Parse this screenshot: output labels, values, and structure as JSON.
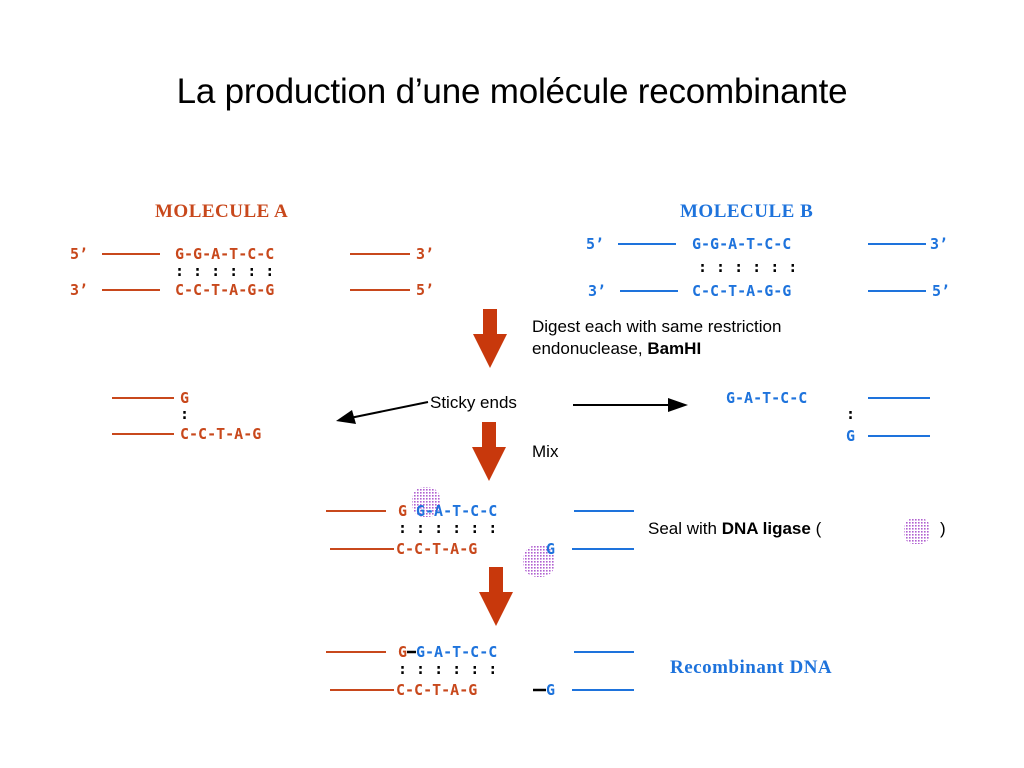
{
  "slide": {
    "title": "La production d’une molécule recombinante"
  },
  "colors": {
    "molecule_a": "#c8481c",
    "molecule_b": "#1e73dc",
    "arrow": "#c8380c",
    "ligase": "#b060d0",
    "text": "#000000"
  },
  "molecule_a": {
    "heading": "MOLECULE A",
    "top": {
      "left_end": "5’",
      "sequence": "G-G-A-T-C-C",
      "right_end": "3’"
    },
    "pairing": ": : : : : :",
    "bottom": {
      "left_end": "3’",
      "sequence": "C-C-T-A-G-G",
      "right_end": "5’"
    }
  },
  "molecule_b": {
    "heading": "MOLECULE B",
    "top": {
      "left_end": "5’",
      "sequence": "G-G-A-T-C-C",
      "right_end": "3’"
    },
    "pairing": ": : : : : :",
    "bottom": {
      "left_end": "3’",
      "sequence": "C-C-T-A-G-G",
      "right_end": "5’"
    }
  },
  "steps": {
    "digest": {
      "line1": "Digest each with same restriction",
      "line2_prefix": "endonuclease, ",
      "enzyme": "BamHI"
    },
    "sticky_ends": "Sticky ends",
    "mix": "Mix",
    "seal": {
      "prefix": "Seal with ",
      "enzyme": "DNA ligase",
      "paren_open": "(",
      "paren_close": ")"
    },
    "result": "Recombinant DNA"
  },
  "sticky_left": {
    "top": "G",
    "pair": ":",
    "bottom": "C-C-T-A-G"
  },
  "sticky_right": {
    "top": "G-A-T-C-C",
    "pair": ":",
    "bottom": "G"
  },
  "mixed": {
    "top_a": "G",
    "top_b": "G-A-T-C-C",
    "pairing": ": : : : : :",
    "bottom_a": "C-C-T-A-G",
    "bottom_b": "G"
  },
  "recombinant": {
    "top_a": "G",
    "top_b": "G-A-T-C-C",
    "pairing": ": : : : : :",
    "bottom_a": "C-C-T-A-G",
    "bottom_b": "G"
  }
}
